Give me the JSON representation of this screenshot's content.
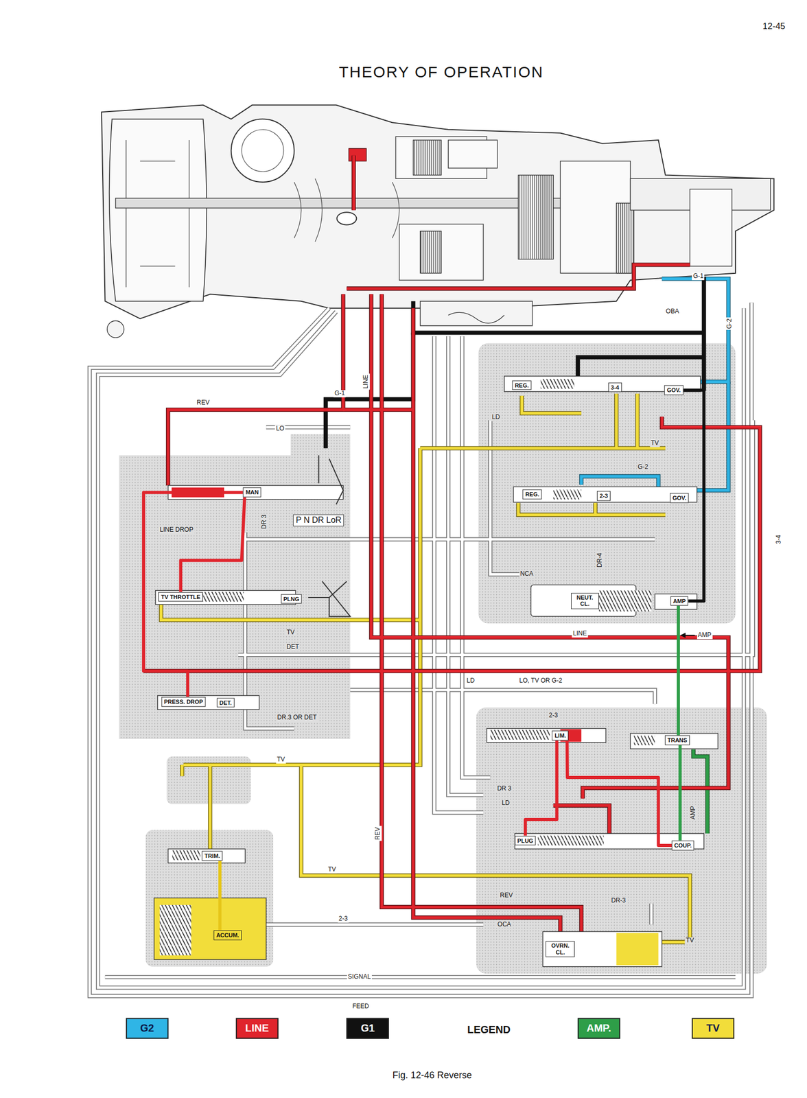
{
  "diagram": {
    "title": "THEORY OF OPERATION",
    "caption": "Fig. 12-46 Reverse",
    "nodes": [
      {
        "text": [
          "REG."
        ]
      },
      {
        "text": [
          "3-4"
        ]
      },
      {
        "text": [
          "GOV."
        ]
      },
      {
        "text": [
          "MAN"
        ]
      },
      {
        "text": [
          "REG."
        ]
      },
      {
        "text": [
          "2-3"
        ]
      },
      {
        "text": [
          "GOV."
        ]
      },
      {
        "text": [
          "TV THROTTLE"
        ]
      },
      {
        "text": [
          "PLNG"
        ]
      },
      {
        "text": [
          "NEUT. CL."
        ]
      },
      {
        "text": [
          "AMP"
        ]
      },
      {
        "text": [
          "PRESS. DROP"
        ]
      },
      {
        "text": [
          "DET."
        ]
      },
      {
        "text": [
          "LIM."
        ]
      },
      {
        "text": [
          "TRANS"
        ]
      },
      {
        "text": [
          "PLUG"
        ]
      },
      {
        "text": [
          "COUP."
        ]
      },
      {
        "text": [
          "TRIM."
        ]
      },
      {
        "text": [
          "ACCUM."
        ]
      },
      {
        "text": [
          "OVRN. CL."
        ]
      }
    ],
    "edges": [
      {
        "from": 3,
        "to": 7,
        "arrow": "none"
      },
      {
        "from": 3,
        "to": 11,
        "arrow": "none"
      },
      {
        "from": 2,
        "to": 10,
        "arrow": "none"
      },
      {
        "from": 10,
        "to": 14,
        "arrow": "none"
      },
      {
        "from": 14,
        "to": 16,
        "arrow": "none"
      },
      {
        "from": 13,
        "to": 15,
        "arrow": "none"
      },
      {
        "from": 13,
        "to": 16,
        "arrow": "none"
      },
      {
        "from": 17,
        "to": 18,
        "arrow": "none"
      }
    ],
    "labels": [
      "12-45",
      "REV",
      "G-1",
      "LINE",
      "LO",
      "LD",
      "TV",
      "G-2",
      "P N DR LoR",
      "DR 3",
      "LINE DROP",
      "DR-4",
      "NCA",
      "LINE",
      "AMP",
      "TV",
      "DET",
      "LD",
      "LO, TV OR G-2",
      "DR.3 OR DET",
      "2-3",
      "TV",
      "DR 3",
      "LD",
      "REV",
      "TV",
      "REV",
      "DR-3",
      "OCA",
      "2-3",
      "TV",
      "AMP",
      "SIGNAL",
      "FEED",
      "OBA",
      "G-1",
      "G-2",
      "3-4",
      "LEGEND"
    ],
    "legend": [
      {
        "text": "G2",
        "color": "#2fb5e6"
      },
      {
        "text": "LINE",
        "color": "#e0242c"
      },
      {
        "text": "G1",
        "color": "#111111"
      },
      {
        "text": "AMP.",
        "color": "#2e9e48"
      },
      {
        "text": "TV",
        "color": "#f2dd3a"
      }
    ]
  }
}
